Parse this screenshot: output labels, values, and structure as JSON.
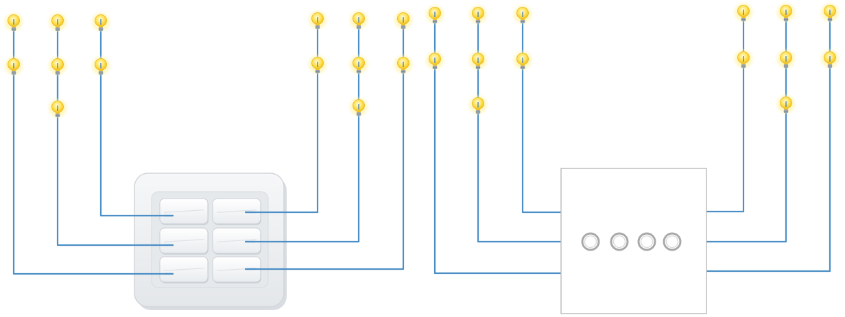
{
  "colors": {
    "wire": "#4b8fc6",
    "bulb_glow": "#fff3a8",
    "bulb_glass": "#ffe14d",
    "bulb_base": "#9aa4ad",
    "bulb_filament": "#3f79b8",
    "switch_plate": "#eef0f2",
    "switch_plate_border": "#d5d9dd",
    "rocker": "#f9fafb",
    "rocker_border": "#c9ced3",
    "touch_panel_border": "#bdbdbd",
    "touch_ring": "#b3b3b3"
  },
  "icons": {
    "bulb": "light-bulb-icon",
    "rocker": "rocker-switch",
    "touch_button": "touch-button-ring"
  },
  "rocker_switch_plate": {
    "rockers": [
      {
        "column": "left",
        "row": 1,
        "bulb_count": 2
      },
      {
        "column": "left",
        "row": 2,
        "bulb_count": 3
      },
      {
        "column": "left",
        "row": 3,
        "bulb_count": 2
      },
      {
        "column": "right",
        "row": 1,
        "bulb_count": 2
      },
      {
        "column": "right",
        "row": 2,
        "bulb_count": 3
      },
      {
        "column": "right",
        "row": 3,
        "bulb_count": 2
      }
    ]
  },
  "touch_switch_panel": {
    "buttons": [
      {
        "index": 1,
        "bulb_count": 2
      },
      {
        "index": 2,
        "bulb_count": 3
      },
      {
        "index": 3,
        "bulb_count": 2
      },
      {
        "index": 4,
        "bulb_count": 3
      }
    ],
    "extra_circuits": [
      {
        "bulb_count": 2
      },
      {
        "bulb_count": 2
      }
    ]
  }
}
